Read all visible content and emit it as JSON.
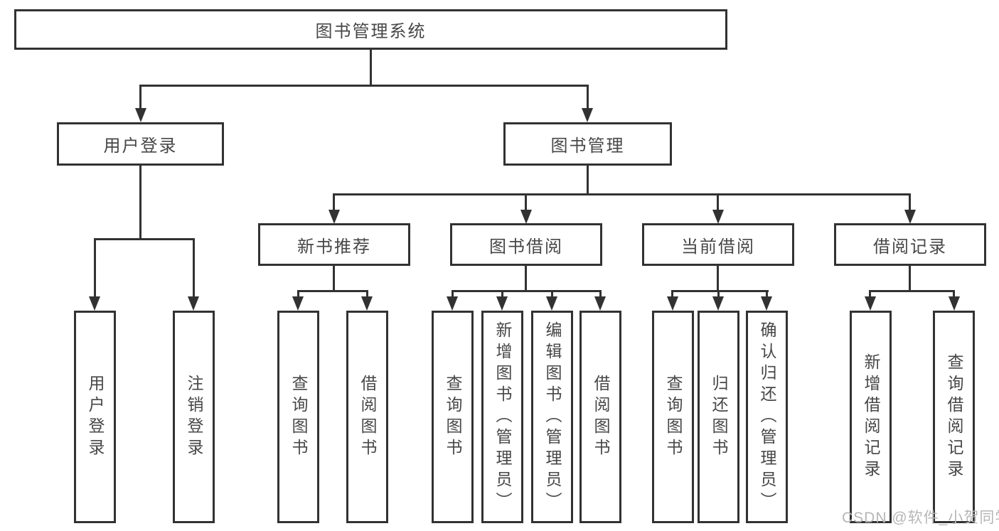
{
  "colors": {
    "line": "#323232",
    "text": "#474747",
    "background": "#ffffff",
    "watermark": "#b6b6b6"
  },
  "diagram": {
    "root": {
      "label": "图书管理系统"
    },
    "level2": [
      {
        "label": "用户登录"
      },
      {
        "label": "图书管理"
      }
    ],
    "level3": [
      {
        "label": "新书推荐"
      },
      {
        "label": "图书借阅"
      },
      {
        "label": "当前借阅"
      },
      {
        "label": "借阅记录"
      }
    ],
    "leaves": {
      "login": [
        "用户登录",
        "注销登录"
      ],
      "recommend": [
        "查询图书",
        "借阅图书"
      ],
      "borrow": [
        "查询图书",
        "新增图书（管理员）",
        "编辑图书（管理员）",
        "借阅图书"
      ],
      "current": [
        "查询图书",
        "归还图书",
        "确认归还（管理员）"
      ],
      "records": [
        "新增借阅记录",
        "查询借阅记录"
      ]
    }
  },
  "watermark": {
    "text": "CSDN @软件_小贺同学"
  }
}
